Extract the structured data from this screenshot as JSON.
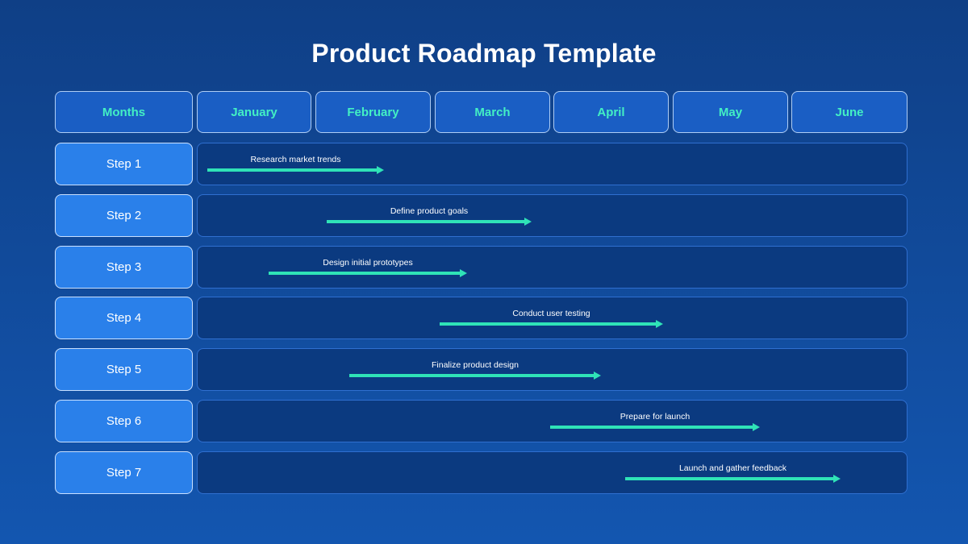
{
  "title": "Product Roadmap Template",
  "header": {
    "label": "Months",
    "months": [
      "January",
      "February",
      "March",
      "April",
      "May",
      "June"
    ]
  },
  "steps": [
    {
      "label": "Step 1",
      "task": "Research market trends"
    },
    {
      "label": "Step 2",
      "task": "Define product goals"
    },
    {
      "label": "Step 3",
      "task": "Design initial prototypes"
    },
    {
      "label": "Step 4",
      "task": "Conduct user testing"
    },
    {
      "label": "Step 5",
      "task": "Finalize product design"
    },
    {
      "label": "Step 6",
      "task": "Prepare for launch"
    },
    {
      "label": "Step 7",
      "task": "Launch and gather feedback"
    }
  ],
  "colors": {
    "background": "#1356b0",
    "header_text": "#43f0c4",
    "arrow": "#2fe3b7",
    "step_box": "#2a80ea"
  }
}
